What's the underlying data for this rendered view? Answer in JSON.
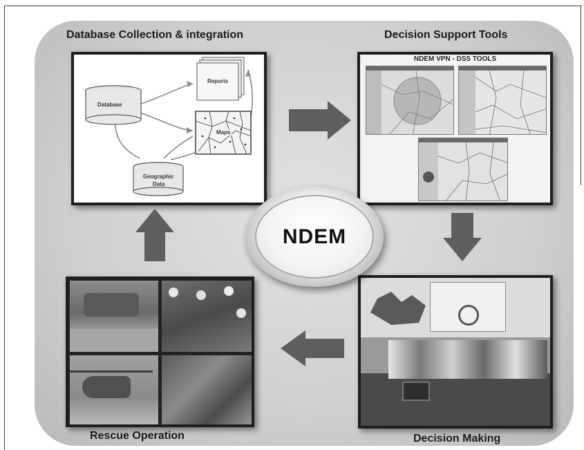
{
  "diagram": {
    "center_label": "NDEM",
    "stages": {
      "database": {
        "title": "Database Collection & integration",
        "nodes": {
          "database": "Database",
          "reports": "Reports",
          "maps": "Maps",
          "geographic": "Geographic",
          "geographic_2": "Data"
        }
      },
      "dss": {
        "title": "Decision Support Tools",
        "screen_heading": "NDEM VPN -   DSS TOOLS"
      },
      "decision": {
        "title": "Decision Making"
      },
      "rescue": {
        "title": "Rescue Operation"
      }
    }
  },
  "colors": {
    "arrow": "#5e5e5e",
    "panel": "#cfcfcf",
    "box_border": "#1e1e1e"
  }
}
